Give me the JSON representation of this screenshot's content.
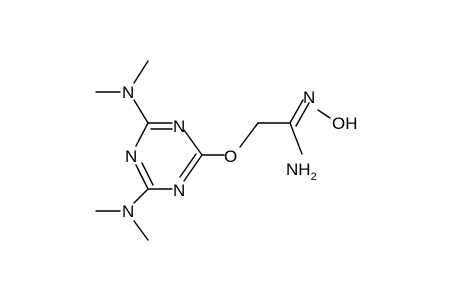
{
  "molecule": {
    "atoms": {
      "n_ring_top": "N",
      "n_ring_left": "N",
      "n_ring_bottom": "N",
      "n_amine_top": "N",
      "n_amine_bottom": "N",
      "o_ether": "O",
      "n_oxime": "N",
      "oh": "OH",
      "nh2_main": "NH",
      "nh2_sub": "2"
    }
  }
}
